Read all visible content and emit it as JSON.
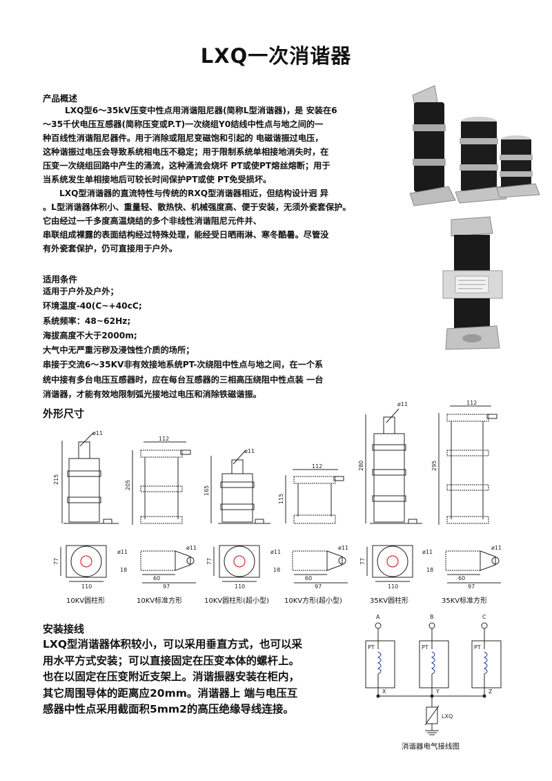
{
  "title": "LXQ一次消谐器",
  "overview": {
    "heading": "产品概述",
    "lines": [
      "LXQ型6～35kV压变中性点用消谐阻尼器(简称L型消谐器)，是 安装在6",
      "～35千伏电压互感器(简称压变或P.T)一次绕组Y0结线中性点与地之间的一",
      "种百线性消谐阻尼器件。用于消除或阻尼变磁饱和引起的 电磁谐振过电压，",
      "这种谐振过电压会导致系统相电压不稳定；用于限制系统单相接地消失时，在",
      "压变一次绕组回路中产生的涌流，这种涌流会烧坏 PT或使PT熔丝熔断；用于",
      "当系统发生单相接地后可较长时间保护PT或使 PT免受损坏。",
      "LXQ型消谐器的直流特性与传统的RXQ型消谐器相近，但结构设计迥 异",
      "。L型消谐器体积小、重量轻、散热快、机械强度高、便于安装，无须外瓷套保护。",
      "它由经过一千多度高温烧结的多个非线性消谐阻尼元件并、",
      "串联组成裸露的表面结构经过特殊处理，能经受日晒雨淋、寒冬酷暑。尽管没",
      "有外瓷套保护，仍可直接用于户外。"
    ]
  },
  "conditions": {
    "heading": "适用条件",
    "lines": [
      "适用于户外及户外；",
      "环境温度-40(C~+40cC;",
      "系统频率：48~62Hz;",
      "海拔高度不大于2000m;",
      "大气中无严重污秽及浸蚀性介质的场所；",
      "串接于交流6～35KV非有效接地系统PT-次绕阻中性点与地之间，在一个系",
      "统中接有多台电压互感器时，应在每台互感器的三相高压绕阻中性点装 一台",
      "消谐器，才能有效地限制弧光接地过电压和消除铁磁谐振。"
    ]
  },
  "dimensions": {
    "heading": "外形尺寸",
    "captions": [
      "10KV圆柱形",
      "10KV标准方形",
      "10KV圆柱形(超小型)",
      "10KV方形(超小型)",
      "35KV圆柱形",
      "35KV标准方形"
    ],
    "labels": {
      "d11": "ø11",
      "w112": "112",
      "h215": "215",
      "h205": "205",
      "h165": "165",
      "h115": "115",
      "h280": "280",
      "h295": "295",
      "w110": "110",
      "w97": "97",
      "w60": "60",
      "w18": "18",
      "h77": "77"
    }
  },
  "install": {
    "heading": "安装接线",
    "lines": [
      "LXQ型消谐器体积较小，可以采用垂直方式，也可以采",
      "用水平方式安装；可以直接固定在压变本体的螺杆上。",
      "也在以固定在压变附近支架上。消谐振器安装在柜内，",
      "其它周围导体的距离应20mm。消谐器上 端与电压互",
      "感器中性点采用截面积5mm2的高压绝缘导线连接。"
    ]
  },
  "wiring": {
    "phases": [
      "A",
      "B",
      "C"
    ],
    "pt_label": "PT",
    "terminals": [
      "X",
      "Y",
      "Z"
    ],
    "device_label": "LXQ",
    "caption": "消谐器电气接线图"
  }
}
